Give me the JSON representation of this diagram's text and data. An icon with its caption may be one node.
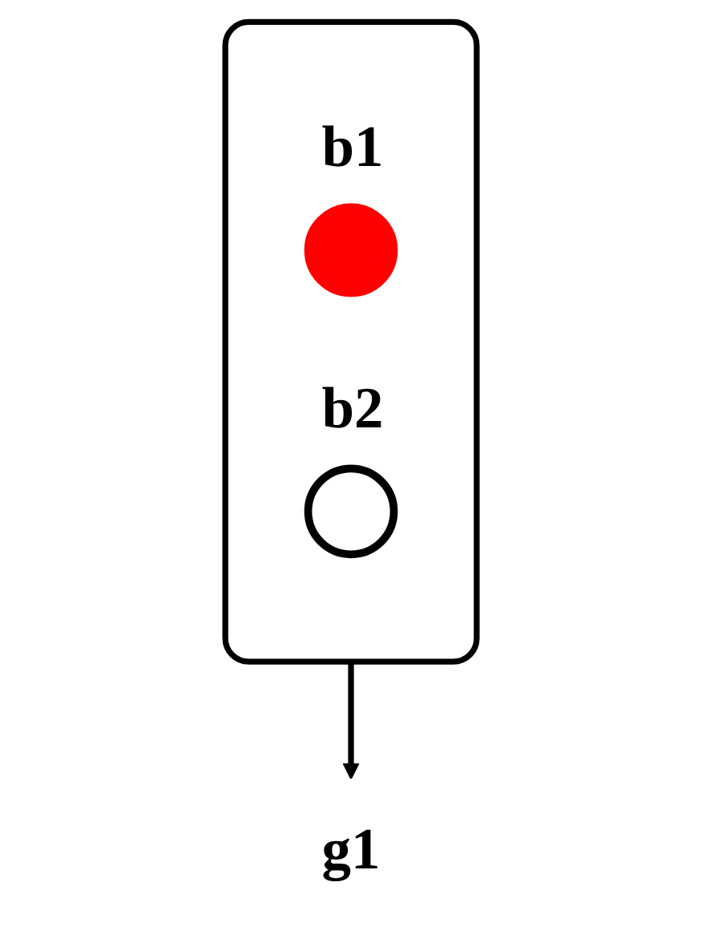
{
  "diagram": {
    "nodes": [
      {
        "text": [],
        "shape": "box"
      },
      {
        "text": [],
        "shape": "circle",
        "in": 0,
        "beside": [
          "b1"
        ]
      },
      {
        "text": [],
        "shape": "circle",
        "in": 0,
        "beside": [
          "b2"
        ]
      },
      {
        "text": [
          "g1"
        ]
      }
    ],
    "edges": [
      {
        "from": 0,
        "to": 3,
        "arrow": "to"
      }
    ]
  }
}
